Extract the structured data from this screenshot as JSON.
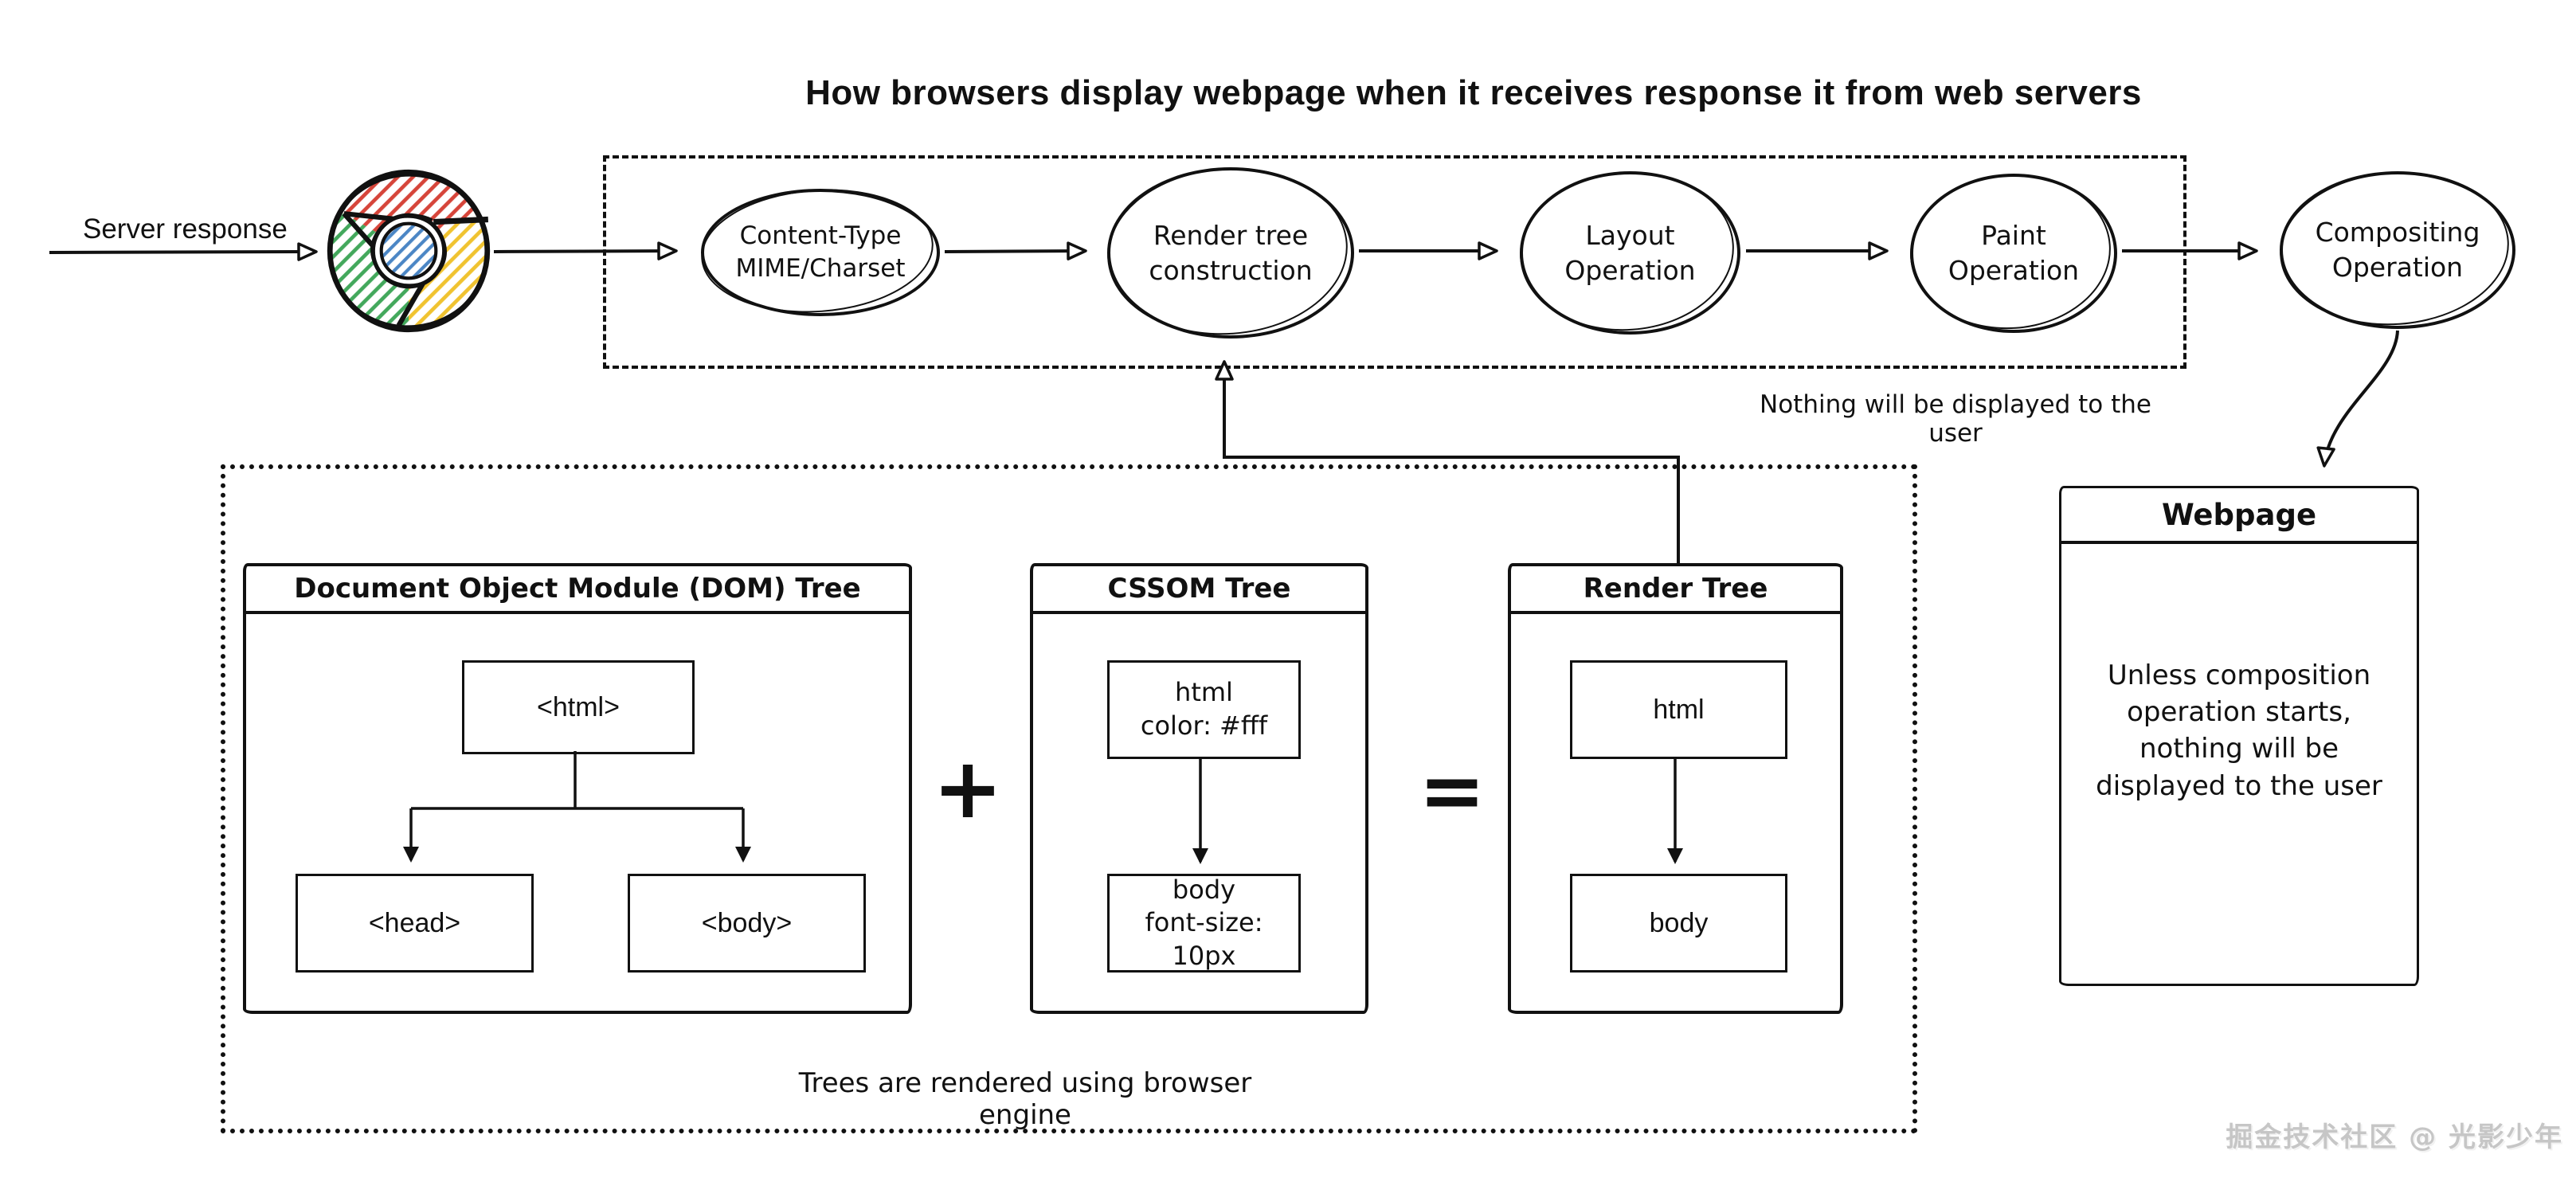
{
  "title": "How browsers display webpage when it receives response it from web servers",
  "flow": {
    "input_label": "Server response",
    "browser_icon": "chrome-logo",
    "stages": [
      {
        "line1": "Content-Type",
        "line2": "MIME/Charset"
      },
      {
        "line1": "Render tree",
        "line2": "construction"
      },
      {
        "line1": "Layout",
        "line2": "Operation"
      },
      {
        "line1": "Paint",
        "line2": "Operation"
      },
      {
        "line1": "Compositing",
        "line2": "Operation"
      }
    ],
    "note": "Nothing will be displayed to the user"
  },
  "trees": {
    "caption": "Trees are rendered using browser engine",
    "plus_sign": "+",
    "equals_sign": "=",
    "dom": {
      "title": "Document Object Module (DOM) Tree",
      "root": "<html>",
      "children": [
        "<head>",
        "<body>"
      ]
    },
    "cssom": {
      "title": "CSSOM Tree",
      "nodes": [
        {
          "line1": "html",
          "line2": "color: #fff"
        },
        {
          "line1": "body",
          "line2": "font-size: 10px"
        }
      ]
    },
    "render": {
      "title": "Render Tree",
      "nodes": [
        "html",
        "body"
      ]
    }
  },
  "webpage": {
    "title": "Webpage",
    "message_lines": [
      "Unless composition",
      "operation starts,",
      "nothing will be",
      "displayed to the user"
    ]
  },
  "watermark": "掘金技术社区 @ 光影少年",
  "colors": {
    "ink": "#111111",
    "chrome_red": "#d6453a",
    "chrome_green": "#43a85c",
    "chrome_yellow": "#f0c330",
    "chrome_blue": "#4b86c5",
    "watermark_gray": "#c6c6c6"
  }
}
